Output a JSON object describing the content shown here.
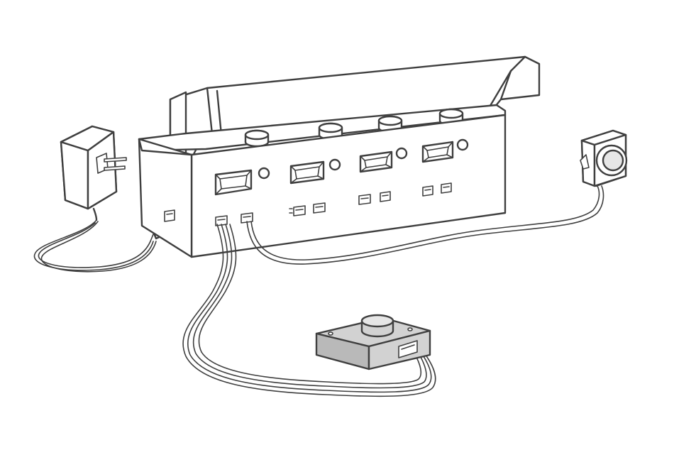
{
  "colors": {
    "outline": "#3f3f3f",
    "body_fill": "#ffffff",
    "shade": "#d2d2d2",
    "shade_dark": "#b9b9b9",
    "background": "#ffffff"
  },
  "parts": [
    "power-adapter",
    "control-box",
    "remote-button",
    "push-button-module"
  ],
  "counts": {
    "indicator_windows": 4,
    "indicator_lamps": 4,
    "top_knobs": 4,
    "front_ports_pairs": 4
  }
}
